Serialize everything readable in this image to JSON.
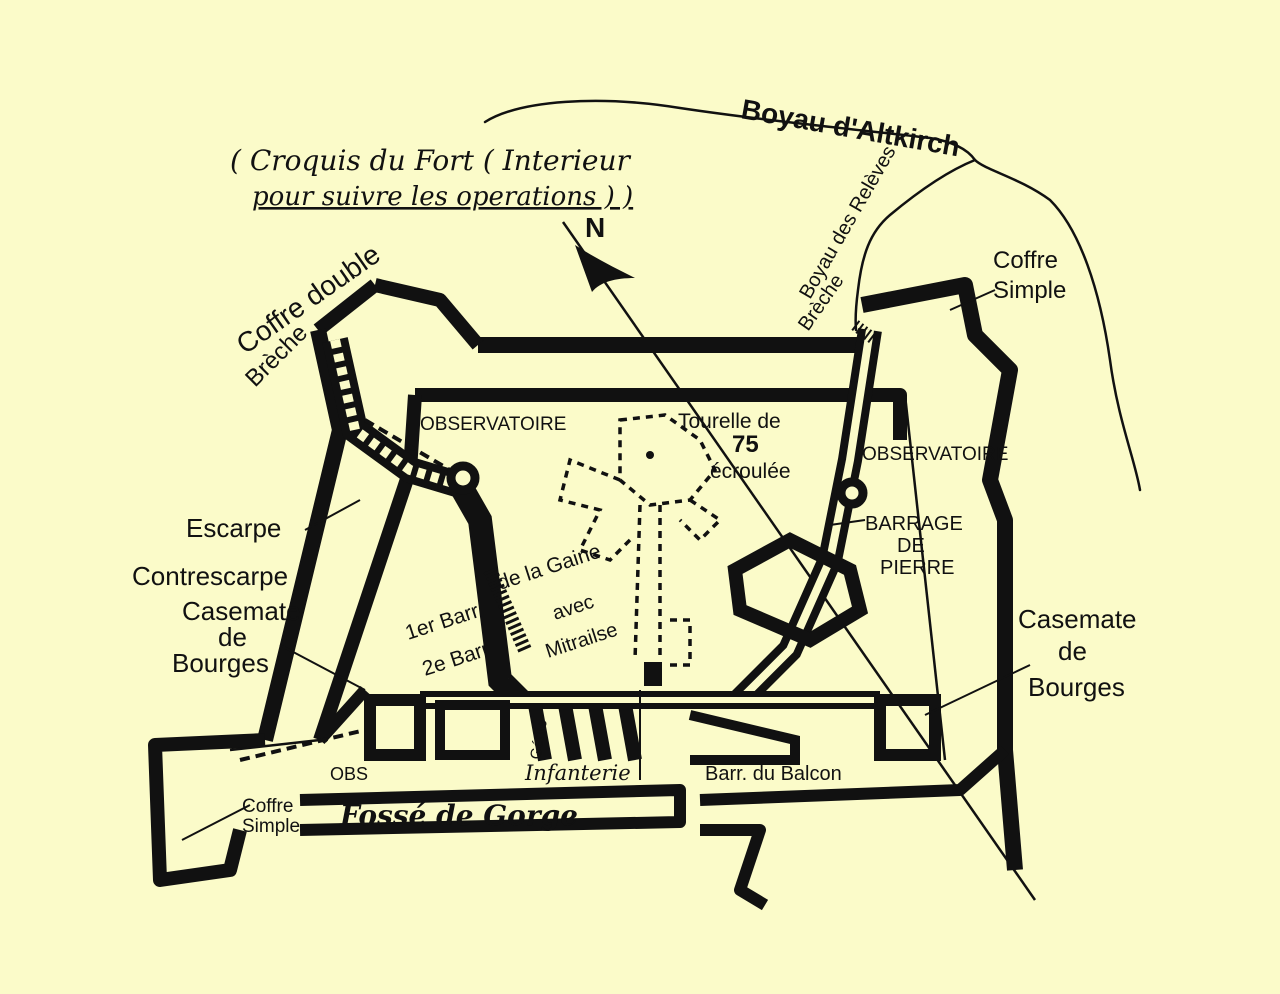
{
  "colors": {
    "background": "#fbfbc9",
    "ink": "#111111"
  },
  "title": {
    "line1": "( Croquis du Fort ( Interieur",
    "line2": "pour suivre les operations ) )"
  },
  "compass": {
    "north": "N"
  },
  "labels": {
    "boyau_altkirch": "Boyau d'Altkirch",
    "boyau_releves": "Boyau des Relèves",
    "breche_right": "Brèche",
    "coffre_simple_ne_1": "Coffre",
    "coffre_simple_ne_2": "Simple",
    "coffre_double": "Coffre double",
    "breche_left": "Brèche",
    "observatoire_left": "OBSERVATOIRE",
    "observatoire_right": "OBSERVATOIRE",
    "tourelle_1": "Tourelle de",
    "tourelle_2": "75",
    "tourelle_3": "écroulée",
    "barrage_1": "BARRAGE",
    "barrage_2": "DE",
    "barrage_3": "PIERRE",
    "escarpe": "Escarpe",
    "contrescarpe": "Contrescarpe",
    "casemate_left_1": "Casemate",
    "casemate_left_2": "de",
    "casemate_left_3": "Bourges",
    "casemate_right_1": "Casemate",
    "casemate_right_2": "de",
    "casemate_right_3": "Bourges",
    "barr1": "1er Barr",
    "de_la_gaine": "de la Gaine",
    "barr2": "2e Barr",
    "avec": "avec",
    "mitrailse": "Mitrailse",
    "genie": "Génie",
    "infanterie": "Infanterie",
    "obs": "OBS",
    "barr_balcon": "Barr. du Balcon",
    "coffre_simple_sw_1": "Coffre",
    "coffre_simple_sw_2": "Simple",
    "fosse_gorge": "Fossé de Gorge"
  }
}
